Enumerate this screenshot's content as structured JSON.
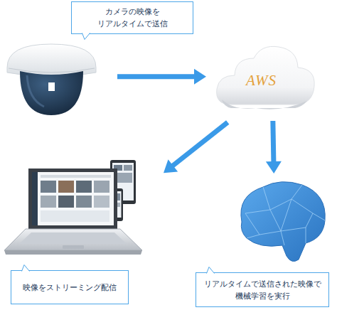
{
  "diagram": {
    "nodes": [
      {
        "text": [
          "カメラの映像を リアルタイムで送信"
        ]
      },
      {
        "text": [
          "AWS"
        ]
      },
      {
        "text": [
          "映像をストリーミング配信"
        ]
      },
      {
        "text": [
          "リアルタイムで送信された映像で 機械学習を実行"
        ]
      }
    ],
    "edges": [
      {
        "from": 0,
        "to": 1,
        "arrow": "to"
      },
      {
        "from": 1,
        "to": 2,
        "arrow": "to"
      },
      {
        "from": 1,
        "to": 3,
        "arrow": "to"
      }
    ]
  }
}
